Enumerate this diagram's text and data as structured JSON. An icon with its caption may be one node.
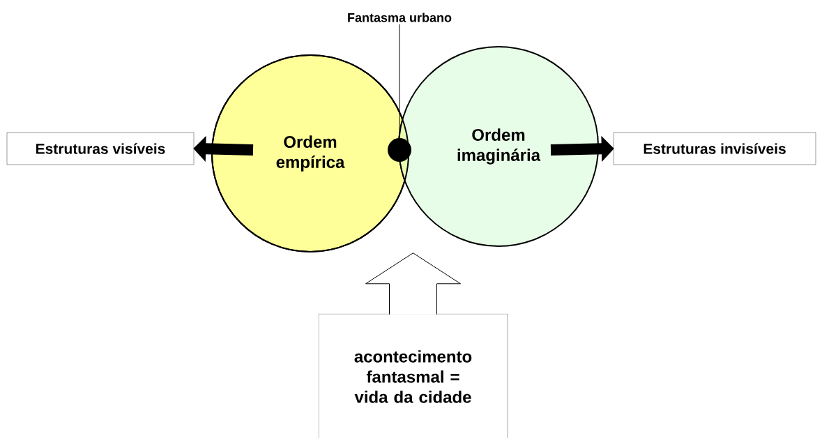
{
  "diagram": {
    "nodes": [
      {
        "text": [
          "Ordem empírica"
        ]
      },
      {
        "text": [
          "Ordem imaginária"
        ]
      },
      {
        "text": [
          "Estruturas visíveis"
        ]
      },
      {
        "text": [
          "Estruturas invisíveis"
        ]
      },
      {
        "text": [
          "Fantasma urbano"
        ]
      },
      {
        "text": [],
        "shape": "circle"
      },
      {
        "text": [
          "acontecimento fantasmal = vida da cidade"
        ]
      }
    ],
    "edges": [
      {
        "from": 0,
        "to": 2,
        "arrow": "to"
      },
      {
        "from": 1,
        "to": 3,
        "arrow": "to"
      },
      {
        "from": 4,
        "to": 5,
        "arrow": "none"
      },
      {
        "from": 6,
        "to": null,
        "arrow": "to"
      }
    ]
  }
}
